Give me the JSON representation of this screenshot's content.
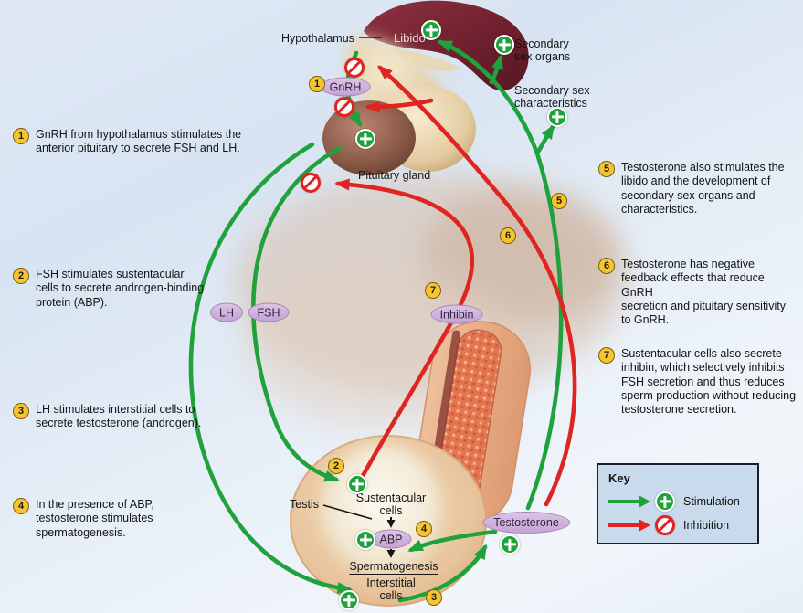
{
  "labels": {
    "hypothalamus": "Hypothalamus",
    "libido": "Libido",
    "pituitary_gland": "Pituitary gland",
    "secondary_sex_organs": "Secondary\nsex organs",
    "secondary_sex_characteristics": "Secondary sex\ncharacteristics",
    "testis": "Testis",
    "sustentacular_cells": "Sustentacular\ncells",
    "spermatogenesis": "Spermatogenesis",
    "interstitial_cells": "Interstitial\ncells"
  },
  "hormones": {
    "gnrh": "GnRH",
    "lh": "LH",
    "fsh": "FSH",
    "inhibin": "Inhibin",
    "abp": "ABP",
    "testosterone": "Testosterone"
  },
  "markers": {
    "m1": "1",
    "m2": "2",
    "m3": "3",
    "m4": "4",
    "m5": "5",
    "m6": "6",
    "m7": "7"
  },
  "annotations": {
    "left": [
      {
        "num": "1",
        "text": "GnRH from hypothalamus stimulates the\nanterior pituitary to secrete FSH and LH."
      },
      {
        "num": "2",
        "text": "FSH stimulates sustentacular\ncells to secrete androgen-binding\nprotein (ABP)."
      },
      {
        "num": "3",
        "text": "LH stimulates interstitial cells to\nsecrete testosterone (androgen)."
      },
      {
        "num": "4",
        "text": "In the presence of ABP,\ntestosterone stimulates\nspermatogenesis."
      }
    ],
    "right": [
      {
        "num": "5",
        "text": "Testosterone also stimulates the\nlibido and the development of\nsecondary sex organs and\ncharacteristics."
      },
      {
        "num": "6",
        "text": "Testosterone has negative\nfeedback effects that reduce GnRH\nsecretion and pituitary sensitivity\nto GnRH."
      },
      {
        "num": "7",
        "text": "Sustentacular cells also secrete\ninhibin, which selectively inhibits\nFSH secretion and thus reduces\nsperm production without reducing\ntestosterone secretion."
      }
    ]
  },
  "key": {
    "title": "Key",
    "stimulation_label": "Stimulation",
    "inhibition_label": "Inhibition"
  },
  "colors": {
    "stimulation_green": "#1fa23c",
    "inhibition_red": "#df2421",
    "marker_yellow": "#f6c52d",
    "hormone_purple": "#cdaad9",
    "key_background": "#c9daec",
    "background_blue": "#dfe9f5"
  }
}
